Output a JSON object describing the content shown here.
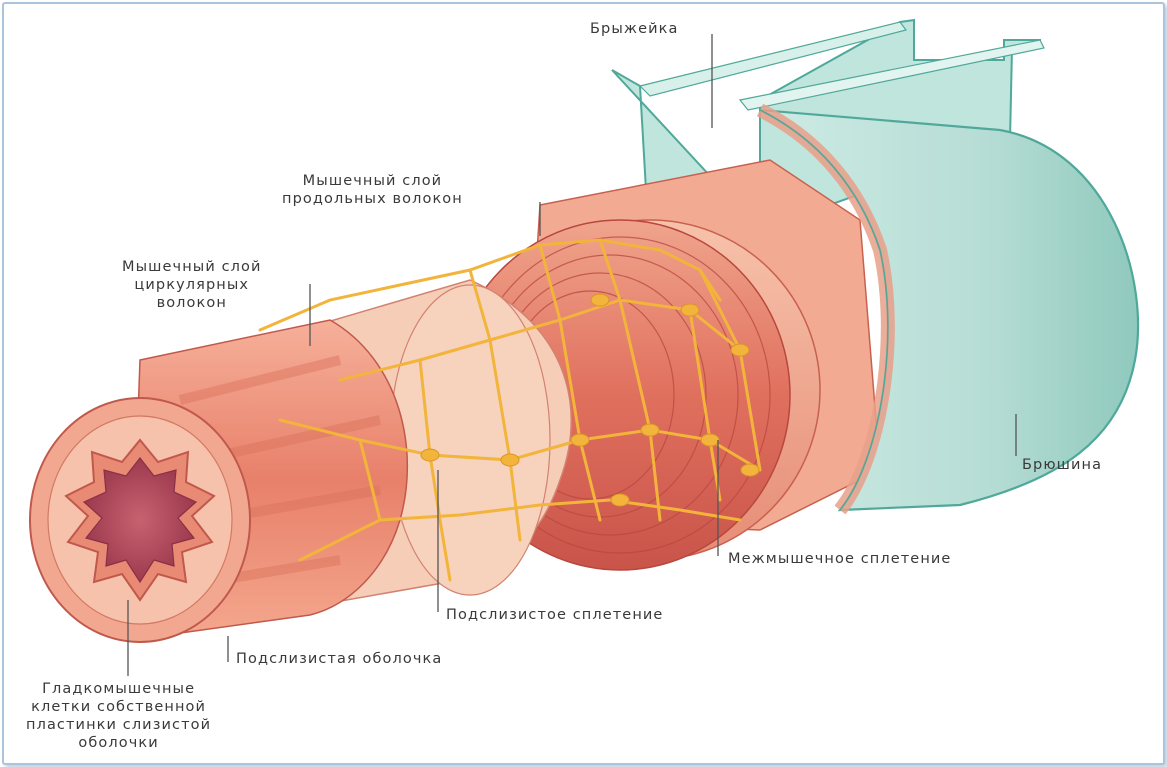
{
  "labels": {
    "mesentery": "Брыжейка",
    "longitudinal_line1": "Мышечный слой",
    "longitudinal_line2": "продольных волокон",
    "circular_line1": "Мышечный слой",
    "circular_line2": "циркулярных",
    "circular_line3": "волокон",
    "peritoneum": "Брюшина",
    "myenteric_plexus": "Межмышечное сплетение",
    "submucosal_plexus": "Подслизистое сплетение",
    "submucosa": "Подслизистая оболочка",
    "smooth_muscle_line1": "Гладкомышечные",
    "smooth_muscle_line2": "клетки собственной",
    "smooth_muscle_line3": "пластинки слизистой",
    "smooth_muscle_line4": "оболочки"
  },
  "colors": {
    "peritoneum_fill": "#bfe3dc",
    "peritoneum_stroke": "#4fa89a",
    "muscle_dark": "#d85a4c",
    "muscle_light": "#f2a088",
    "submucosa": "#f6c9b0",
    "mucosa": "#e98a74",
    "lumen": "#b84a5c",
    "plexus": "#f2b43a",
    "leader_line": "#555555"
  }
}
